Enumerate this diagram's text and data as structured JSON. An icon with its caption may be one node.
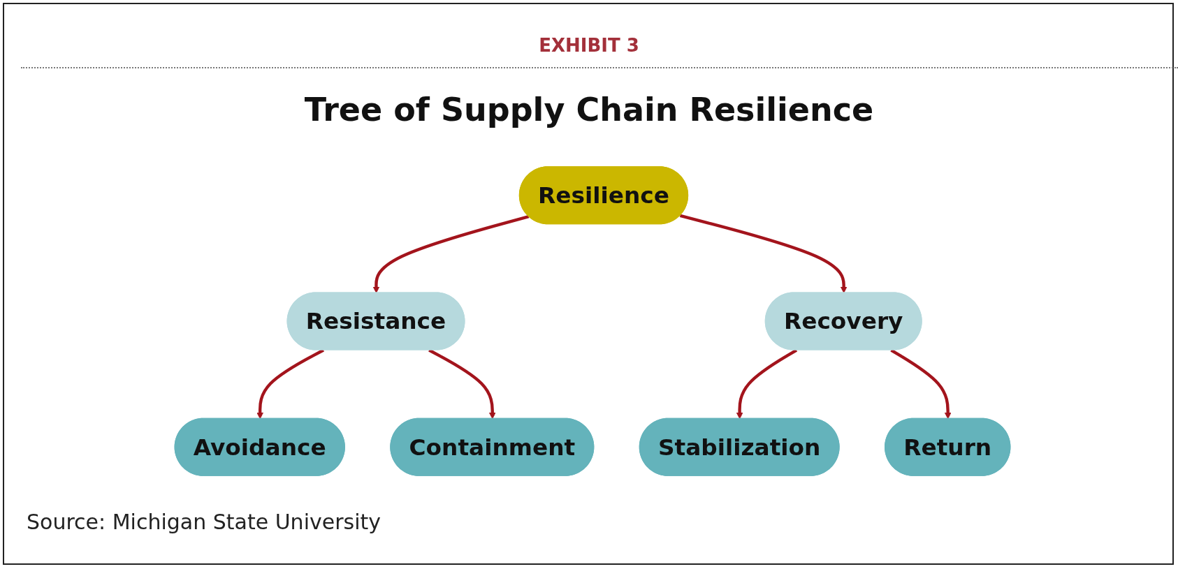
{
  "diagram": {
    "title": "Tree of Supply Chain Resilience",
    "caption": "Source: Michigan State University",
    "labels": [
      "EXHIBIT 3"
    ],
    "nodes": [
      {
        "text": [
          "Resilience"
        ]
      },
      {
        "text": [
          "Resistance"
        ]
      },
      {
        "text": [
          "Recovery"
        ]
      },
      {
        "text": [
          "Avoidance"
        ]
      },
      {
        "text": [
          "Containment"
        ]
      },
      {
        "text": [
          "Stabilization"
        ]
      },
      {
        "text": [
          "Return"
        ]
      }
    ],
    "edges": [
      {
        "from": 0,
        "to": 1,
        "arrow": "to"
      },
      {
        "from": 0,
        "to": 2,
        "arrow": "to"
      },
      {
        "from": 1,
        "to": 3,
        "arrow": "to"
      },
      {
        "from": 1,
        "to": 4,
        "arrow": "to"
      },
      {
        "from": 2,
        "to": 5,
        "arrow": "to"
      },
      {
        "from": 2,
        "to": 6,
        "arrow": "to"
      }
    ]
  }
}
